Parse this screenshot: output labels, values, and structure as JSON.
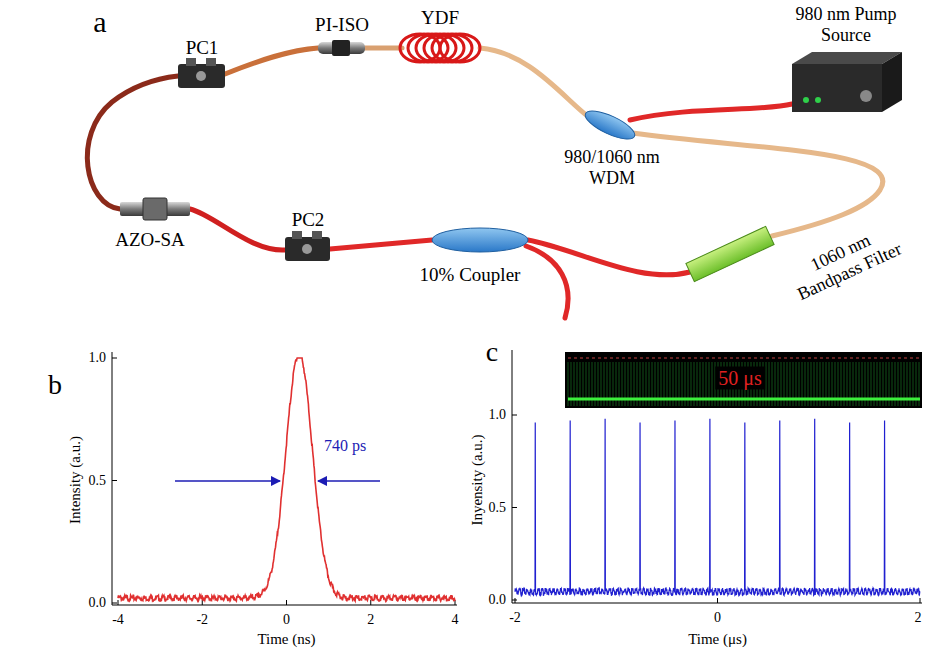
{
  "diagram": {
    "labels": [
      "a",
      "PC1",
      "PI-ISO",
      "YDF",
      "980 nm Pump Source",
      "980/1060 nm WDM",
      "1060 nm Bandpass Filter",
      "10% Coupler",
      "PC2",
      "AZO-SA",
      "b",
      "1.0",
      "0.5",
      "0.0",
      "Intensity (a.u.)",
      "-4",
      "-2",
      "0",
      "2",
      "4",
      "Time (ns)",
      "740 ps",
      "c",
      "1.0",
      "0.5",
      "0.0",
      "Inyensity (a.u.)",
      "-2",
      "0",
      "2",
      "Time (μs)",
      "50 μs"
    ]
  }
}
